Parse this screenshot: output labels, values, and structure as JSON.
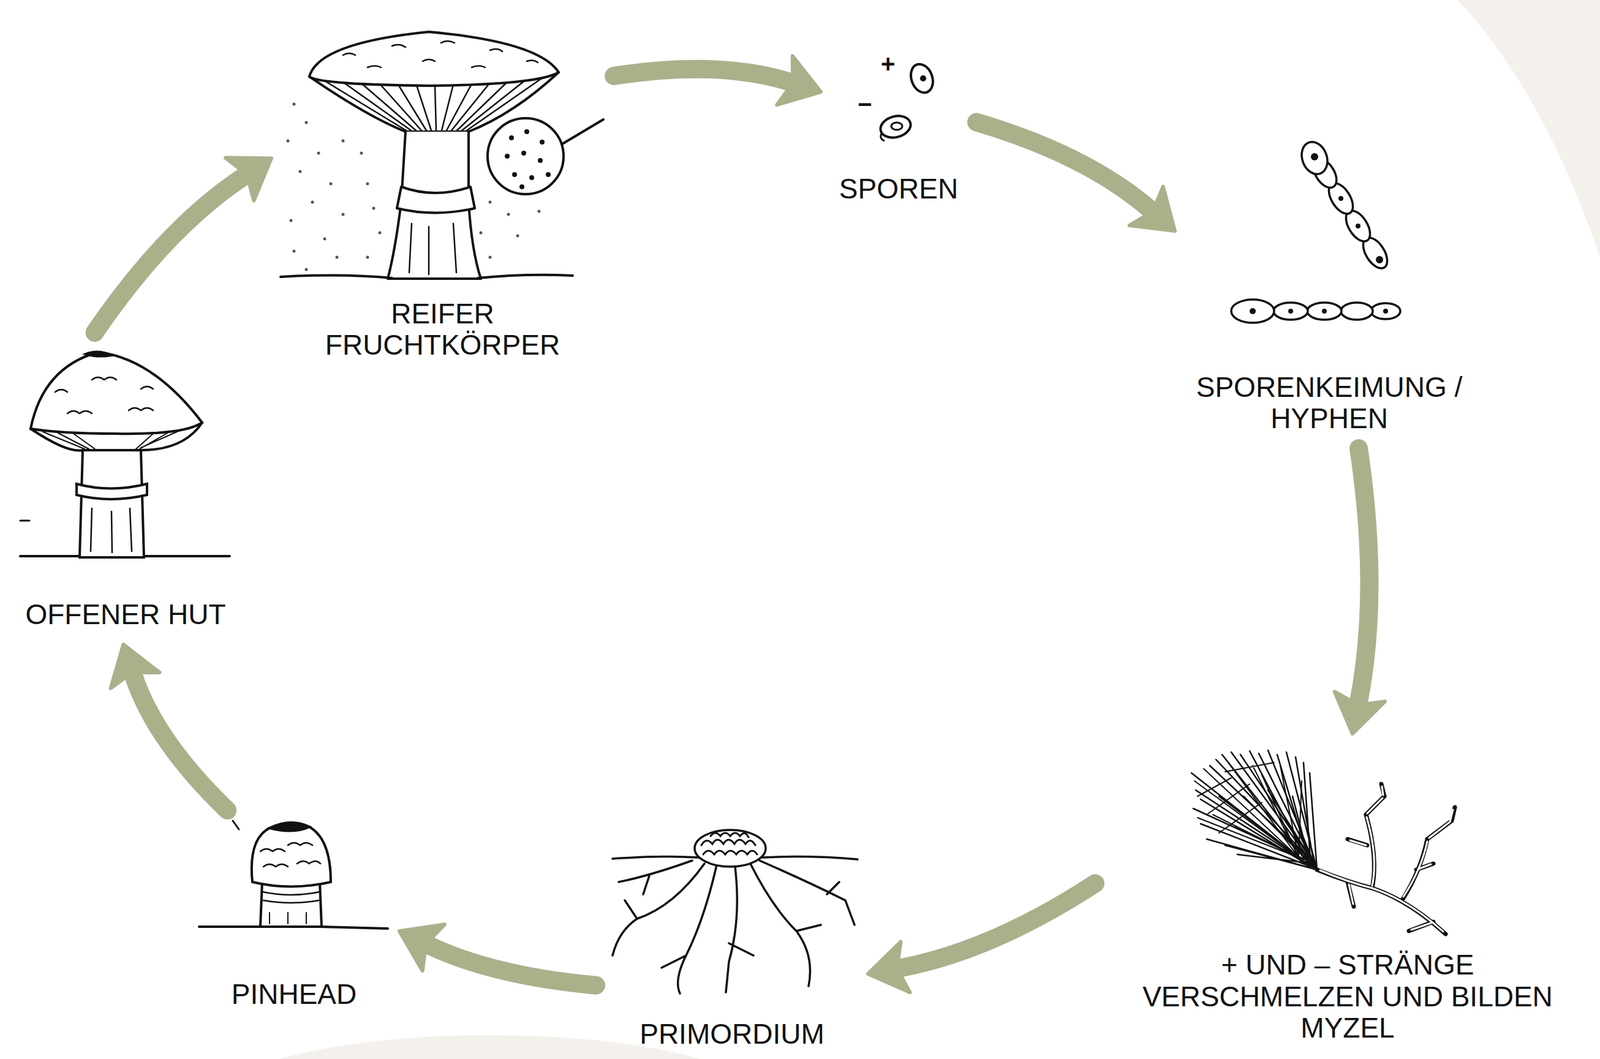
{
  "diagram": {
    "nodes": [
      {
        "text": [
          "REIFER FRUCHTKÖRPER"
        ]
      },
      {
        "text": [
          "SPOREN"
        ]
      },
      {
        "text": [
          "SPORENKEIMUNG / HYPHEN"
        ]
      },
      {
        "text": [
          "+ UND – STRÄNGE VERSCHMELZEN UND BILDEN MYZEL"
        ]
      },
      {
        "text": [
          "PRIMORDIUM"
        ]
      },
      {
        "text": [
          "PINHEAD"
        ]
      },
      {
        "text": [
          "OFFENER HUT"
        ]
      }
    ],
    "edges": [
      {
        "from": 0,
        "to": 1,
        "arrow": "to"
      },
      {
        "from": 1,
        "to": 2,
        "arrow": "to"
      },
      {
        "from": 2,
        "to": 3,
        "arrow": "to"
      },
      {
        "from": 3,
        "to": 4,
        "arrow": "to"
      },
      {
        "from": 4,
        "to": 5,
        "arrow": "to"
      },
      {
        "from": 5,
        "to": 6,
        "arrow": "to"
      },
      {
        "from": 6,
        "to": 0,
        "arrow": "to"
      }
    ],
    "labels": [
      "+",
      "−"
    ]
  }
}
